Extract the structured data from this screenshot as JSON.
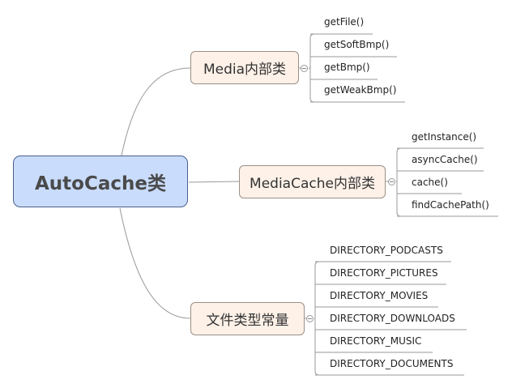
{
  "root": {
    "label": "AutoCache类"
  },
  "branches": [
    {
      "label": "Media内部类",
      "children": [
        "getFile()",
        "getSoftBmp()",
        "getBmp()",
        "getWeakBmp()"
      ]
    },
    {
      "label": "MediaCache内部类",
      "children": [
        "getInstance()",
        "asyncCache()",
        "cache()",
        "findCachePath()"
      ]
    },
    {
      "label": "文件类型常量",
      "children": [
        "DIRECTORY_PODCASTS",
        "DIRECTORY_PICTURES",
        "DIRECTORY_MOVIES",
        "DIRECTORY_DOWNLOADS",
        "DIRECTORY_MUSIC",
        "DIRECTORY_DOCUMENTS"
      ]
    }
  ],
  "colors": {
    "root_fill": "#c9dcfc",
    "branch_fill": "#fdf1e8",
    "line": "#999999"
  }
}
